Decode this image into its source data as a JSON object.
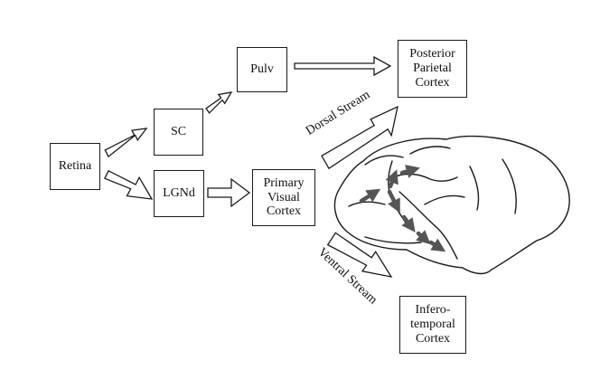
{
  "nodes": {
    "retina": "Retina",
    "sc": "SC",
    "lgnd": "LGNd",
    "pulv": "Pulv",
    "v1": "Primary\nVisual\nCortex",
    "ppc": "Posterior\nParietal\nCortex",
    "it": "Infero-\ntemporal\nCortex"
  },
  "streams": {
    "dorsal": "Dorsal Stream",
    "ventral": "Ventral Stream"
  },
  "colors": {
    "ink": "#1a1a1a",
    "brain_arrow": "#555555"
  },
  "icons": {
    "brain": "lateral-brain-outline"
  }
}
